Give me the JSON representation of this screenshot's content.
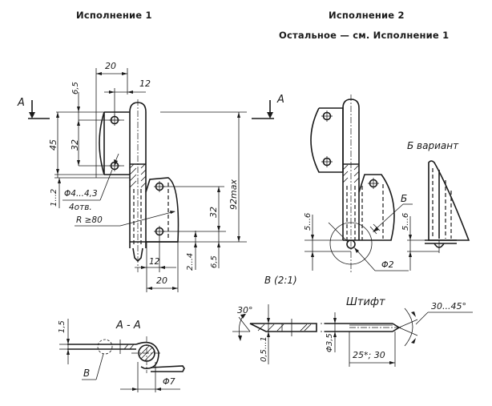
{
  "titles": {
    "variant1": "Исполнение 1",
    "variant2": "Исполнение 2",
    "variant2_note": "Остальное — см. Исполнение 1"
  },
  "view1": {
    "section_marker_left": "А",
    "section_marker_right": "А",
    "dims": {
      "top_width": "20",
      "pin_width": "12",
      "top_offset": "6,5",
      "hole_spacing_upper": "32",
      "leaf_height": "45",
      "gap": "1...2",
      "hole_callout": "Φ4...4,3",
      "hole_count": "4отв.",
      "radius": "R ≥80",
      "overall_height": "92max",
      "hole_spacing_lower": "32",
      "bottom_offset": "6,5",
      "bottom_gap": "2...4",
      "pin_offset": "12",
      "bottom_width": "20"
    }
  },
  "view2": {
    "variant_label": "Б вариант",
    "callout_b": "Б",
    "pin_protrusion_left": "5...6",
    "pin_protrusion_right": "5...6",
    "pin_dia": "Φ2",
    "detail_label": "В (2:1)"
  },
  "section_aa": {
    "label": "А - А",
    "thickness": "1,5",
    "detail_callout": "В",
    "knuckle_dia": "Φ7"
  },
  "detail_b": {
    "angle": "30°",
    "depth": "0,5...1"
  },
  "pin": {
    "label": "Штифт",
    "dia": "Φ3,5",
    "length": "25*; 30",
    "tip_angle": "30...45°"
  }
}
